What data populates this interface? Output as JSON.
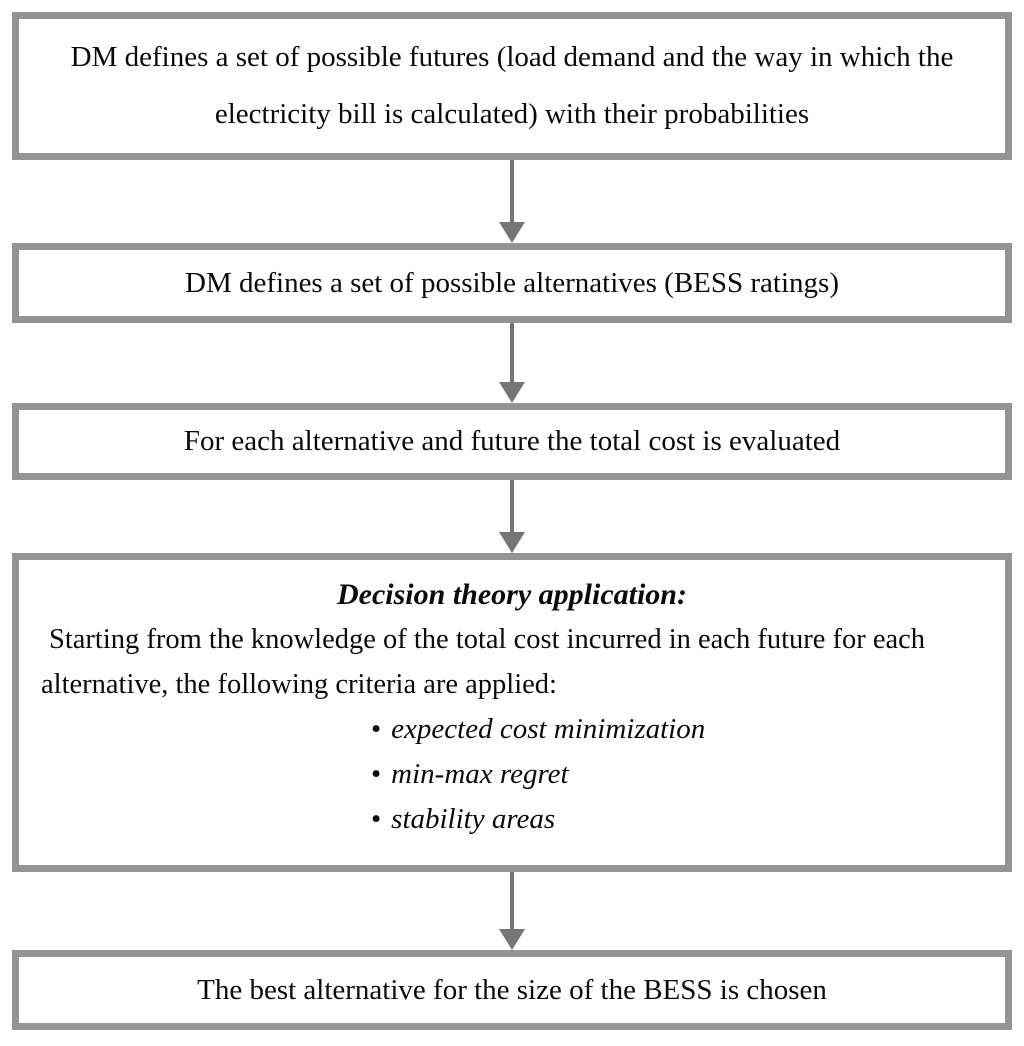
{
  "diagram": {
    "type": "flowchart",
    "direction": "top-down",
    "colors": {
      "box_border": "#949494",
      "arrow": "#757575",
      "background": "#ffffff",
      "text": "#0a0a0a"
    },
    "boxes": [
      {
        "id": "define-futures",
        "text": "DM defines a set of possible futures (load demand and the way in which the electricity bill is calculated) with their probabilities"
      },
      {
        "id": "define-alternatives",
        "text": "DM defines a set of possible alternatives (BESS ratings)"
      },
      {
        "id": "evaluate-cost",
        "text": "For each alternative and future the total cost is evaluated"
      },
      {
        "id": "decision-theory",
        "title": "Decision theory application:",
        "body": "Starting from the knowledge of the total cost incurred in each future for each alternative, the following criteria are applied:",
        "bullet_glyph": "•",
        "bullets": [
          "expected cost minimization",
          "min-max regret",
          "stability areas"
        ]
      },
      {
        "id": "best-alternative",
        "text": "The best alternative for the size of the BESS is chosen"
      }
    ],
    "connectors": [
      {
        "from": "define-futures",
        "to": "define-alternatives",
        "style": "arrow-down"
      },
      {
        "from": "define-alternatives",
        "to": "evaluate-cost",
        "style": "arrow-down"
      },
      {
        "from": "evaluate-cost",
        "to": "decision-theory",
        "style": "arrow-down"
      },
      {
        "from": "decision-theory",
        "to": "best-alternative",
        "style": "arrow-down"
      }
    ]
  }
}
